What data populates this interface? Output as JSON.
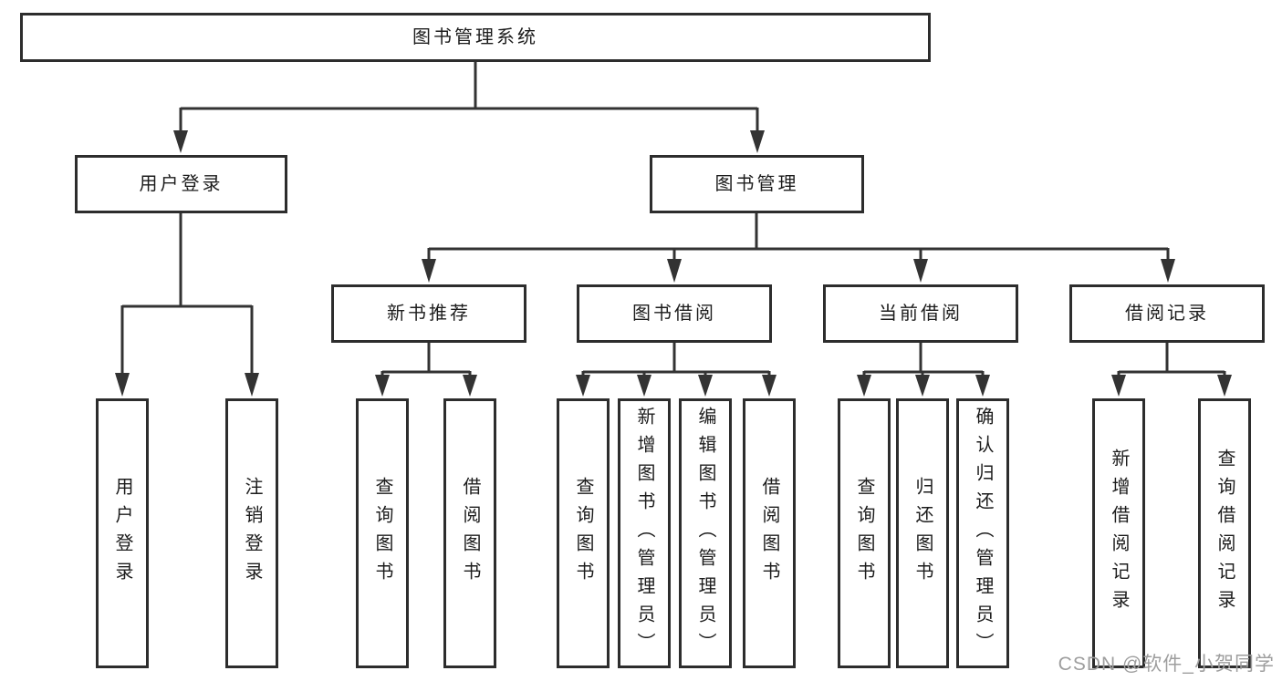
{
  "diagram": {
    "type": "hierarchy-tree",
    "watermark": "CSDN @软件_小贺同学",
    "colors": {
      "line": "#333333",
      "box_border": "#2d2d2d",
      "box_fill": "#ffffff",
      "text": "#1c1c1c",
      "watermark": "#9e9e9e",
      "background": "#ffffff"
    }
  },
  "tree": {
    "root": {
      "label": "图书管理系统",
      "children": [
        {
          "label": "用户登录",
          "children": [
            {
              "label": "用户登录"
            },
            {
              "label": "注销登录"
            }
          ]
        },
        {
          "label": "图书管理",
          "children": [
            {
              "label": "新书推荐",
              "children": [
                {
                  "label": "查询图书"
                },
                {
                  "label": "借阅图书"
                }
              ]
            },
            {
              "label": "图书借阅",
              "children": [
                {
                  "label": "查询图书"
                },
                {
                  "label": "新增图书（管理员）"
                },
                {
                  "label": "编辑图书（管理员）"
                },
                {
                  "label": "借阅图书"
                }
              ]
            },
            {
              "label": "当前借阅",
              "children": [
                {
                  "label": "查询图书"
                },
                {
                  "label": "归还图书"
                },
                {
                  "label": "确认归还（管理员）"
                }
              ]
            },
            {
              "label": "借阅记录",
              "children": [
                {
                  "label": "新增借阅记录"
                },
                {
                  "label": "查询借阅记录"
                }
              ]
            }
          ]
        }
      ]
    }
  }
}
